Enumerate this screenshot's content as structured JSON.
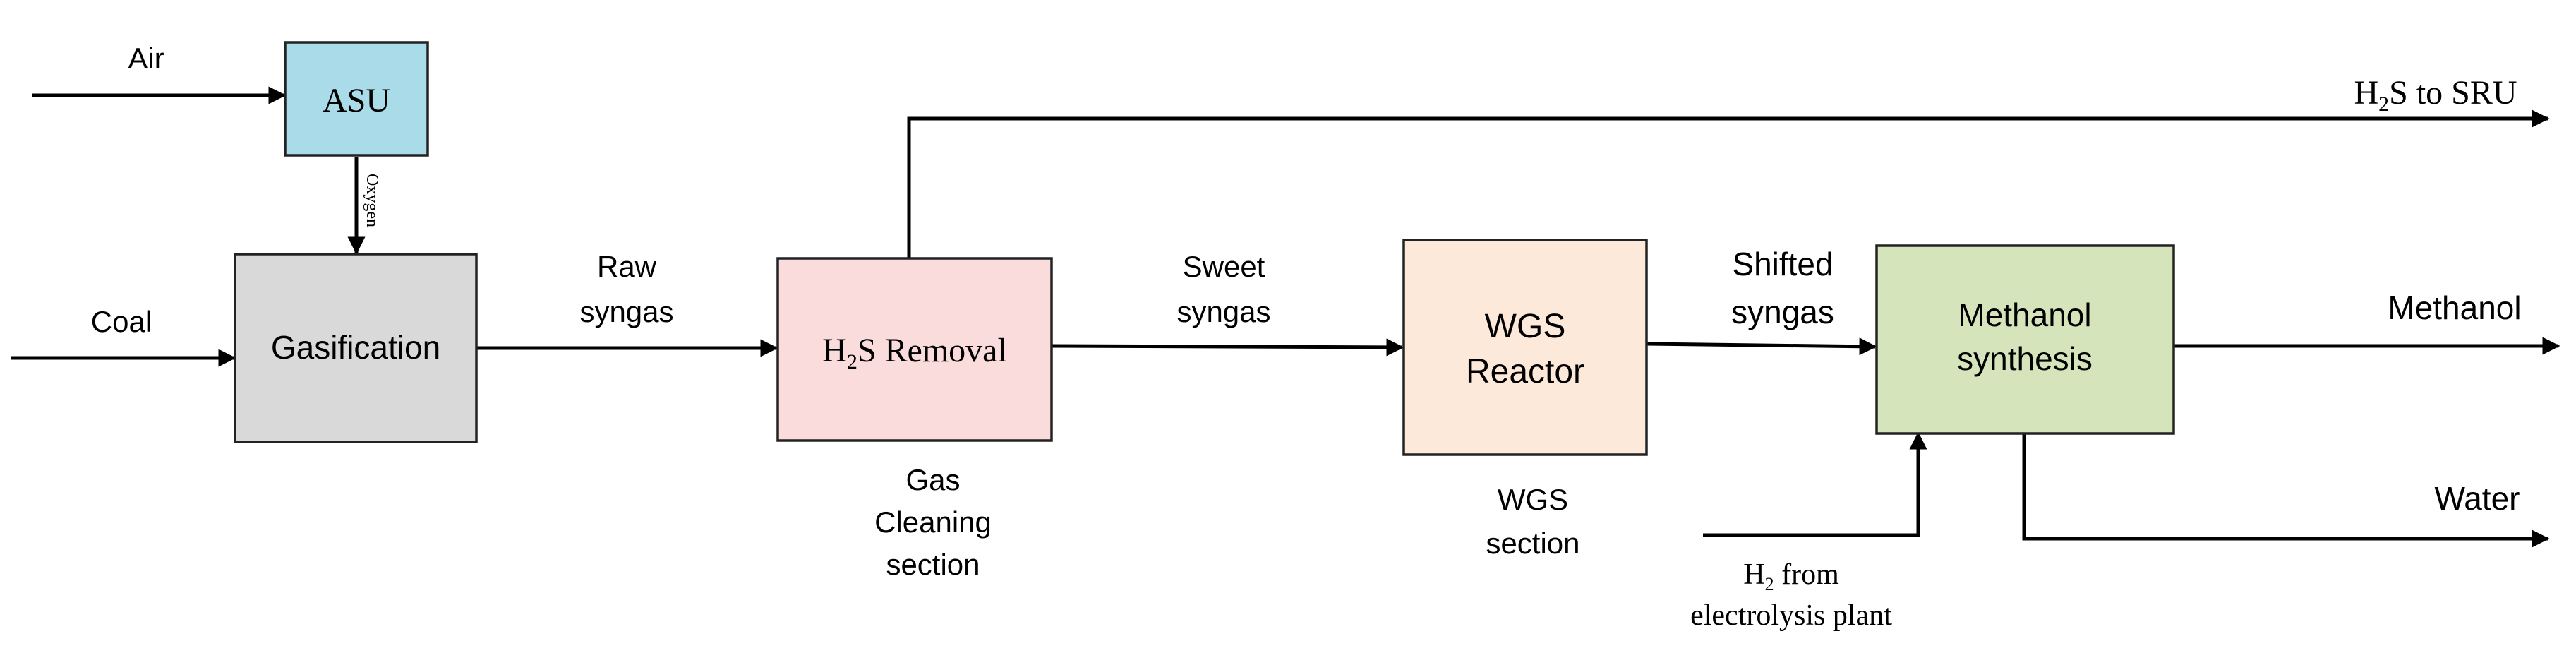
{
  "colors": {
    "asu_fill": "#a9dce8",
    "gasification_fill": "#d9d9d9",
    "h2s_removal_fill": "#fadcdc",
    "wgs_reactor_fill": "#fde9d9",
    "methanol_fill": "#d6e4bc",
    "line": "#000000"
  },
  "nodes": {
    "asu": "ASU",
    "gasification": "Gasification",
    "h2s_removal": {
      "prefix": "H",
      "sub": "2",
      "suffix": "S Removal"
    },
    "wgs_reactor": {
      "line1": "WGS",
      "line2": "Reactor"
    },
    "methanol_synthesis": {
      "line1": "Methanol",
      "line2": "synthesis"
    }
  },
  "streams": {
    "air": "Air",
    "oxygen": "Oxygen",
    "coal": "Coal",
    "raw_syngas": {
      "line1": "Raw",
      "line2": "syngas"
    },
    "sweet_syngas": {
      "line1": "Sweet",
      "line2": "syngas"
    },
    "shifted_syngas": {
      "line1": "Shifted",
      "line2": "syngas"
    },
    "h2s_to_sru": {
      "prefix": "H",
      "sub": "2",
      "suffix": "S to SRU"
    },
    "methanol": "Methanol",
    "water": "Water",
    "h2_from": {
      "prefix": "H",
      "sub": "2",
      "suffix": " from",
      "line2": "electrolysis plant"
    }
  },
  "sections": {
    "gas_cleaning": {
      "line1": "Gas",
      "line2": "Cleaning",
      "line3": "section"
    },
    "wgs": {
      "line1": "WGS",
      "line2": "section"
    }
  }
}
